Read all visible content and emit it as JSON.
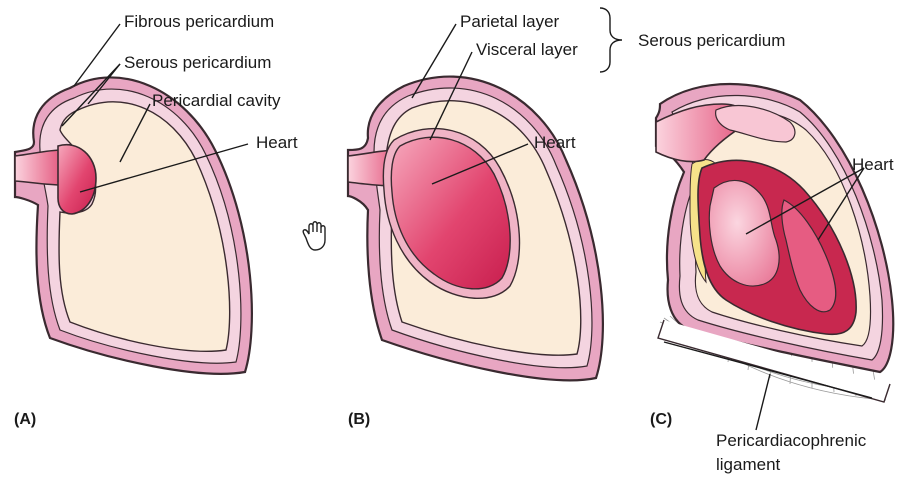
{
  "panels": [
    {
      "tag": "(A)",
      "labels": {
        "fibrous": "Fibrous pericardium",
        "serous": "Serous pericardium",
        "cavity": "Pericardial cavity",
        "heart": "Heart"
      }
    },
    {
      "tag": "(B)",
      "labels": {
        "parietal": "Parietal layer",
        "visceral": "Visceral layer",
        "serous": "Serous pericardium",
        "heart": "Heart"
      }
    },
    {
      "tag": "(C)",
      "labels": {
        "heart": "Heart",
        "ligament_line1": "Pericardiacophrenic",
        "ligament_line2": "ligament"
      }
    }
  ],
  "colors": {
    "fibrous_layer": "#e8a6c2",
    "serous_layer": "#f4d4e0",
    "cavity": "#fbecd9",
    "heart_dark": "#d72a5a",
    "heart_light": "#f3a0b6",
    "outline": "#3a2a30"
  },
  "cursor_icon": "hand-pointer-icon"
}
